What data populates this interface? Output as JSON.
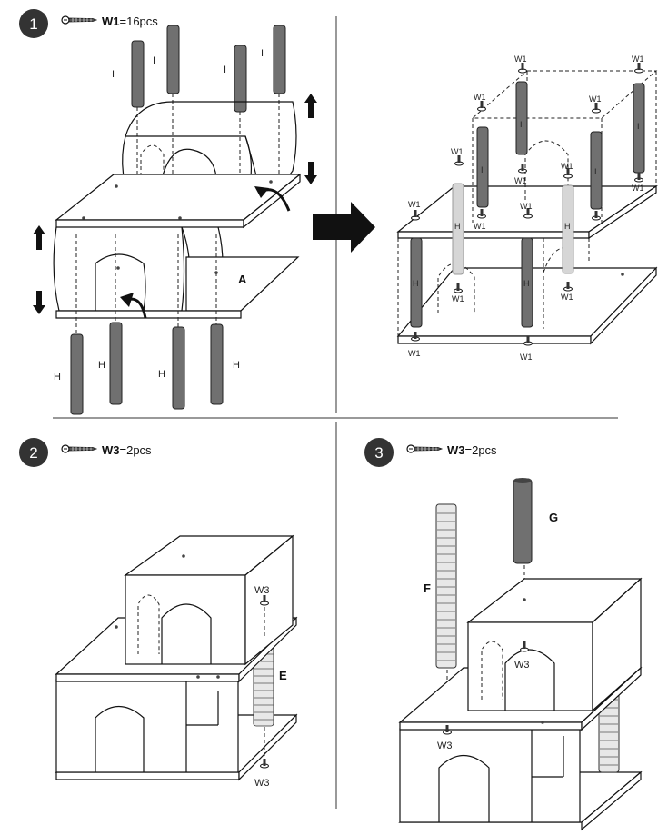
{
  "steps": [
    {
      "number": "1",
      "screw_code": "W1",
      "screw_qty": "=16pcs",
      "post_label_top": "I",
      "post_label_bottom": "H",
      "panel_label": "A",
      "screw_label": "W1"
    },
    {
      "number": "2",
      "screw_code": "W3",
      "screw_qty": "=2pcs",
      "part_label": "E",
      "screw_label": "W3"
    },
    {
      "number": "3",
      "screw_code": "W3",
      "screw_qty": "=2pcs",
      "part_f": "F",
      "part_g": "G",
      "screw_label": "W3"
    }
  ],
  "colors": {
    "post": "#707070",
    "step_badge": "#333333",
    "line": "#111111"
  },
  "icons": [
    "screw-icon",
    "arrow-up-icon",
    "arrow-down-icon",
    "curved-arrow-icon",
    "big-right-arrow-icon"
  ]
}
